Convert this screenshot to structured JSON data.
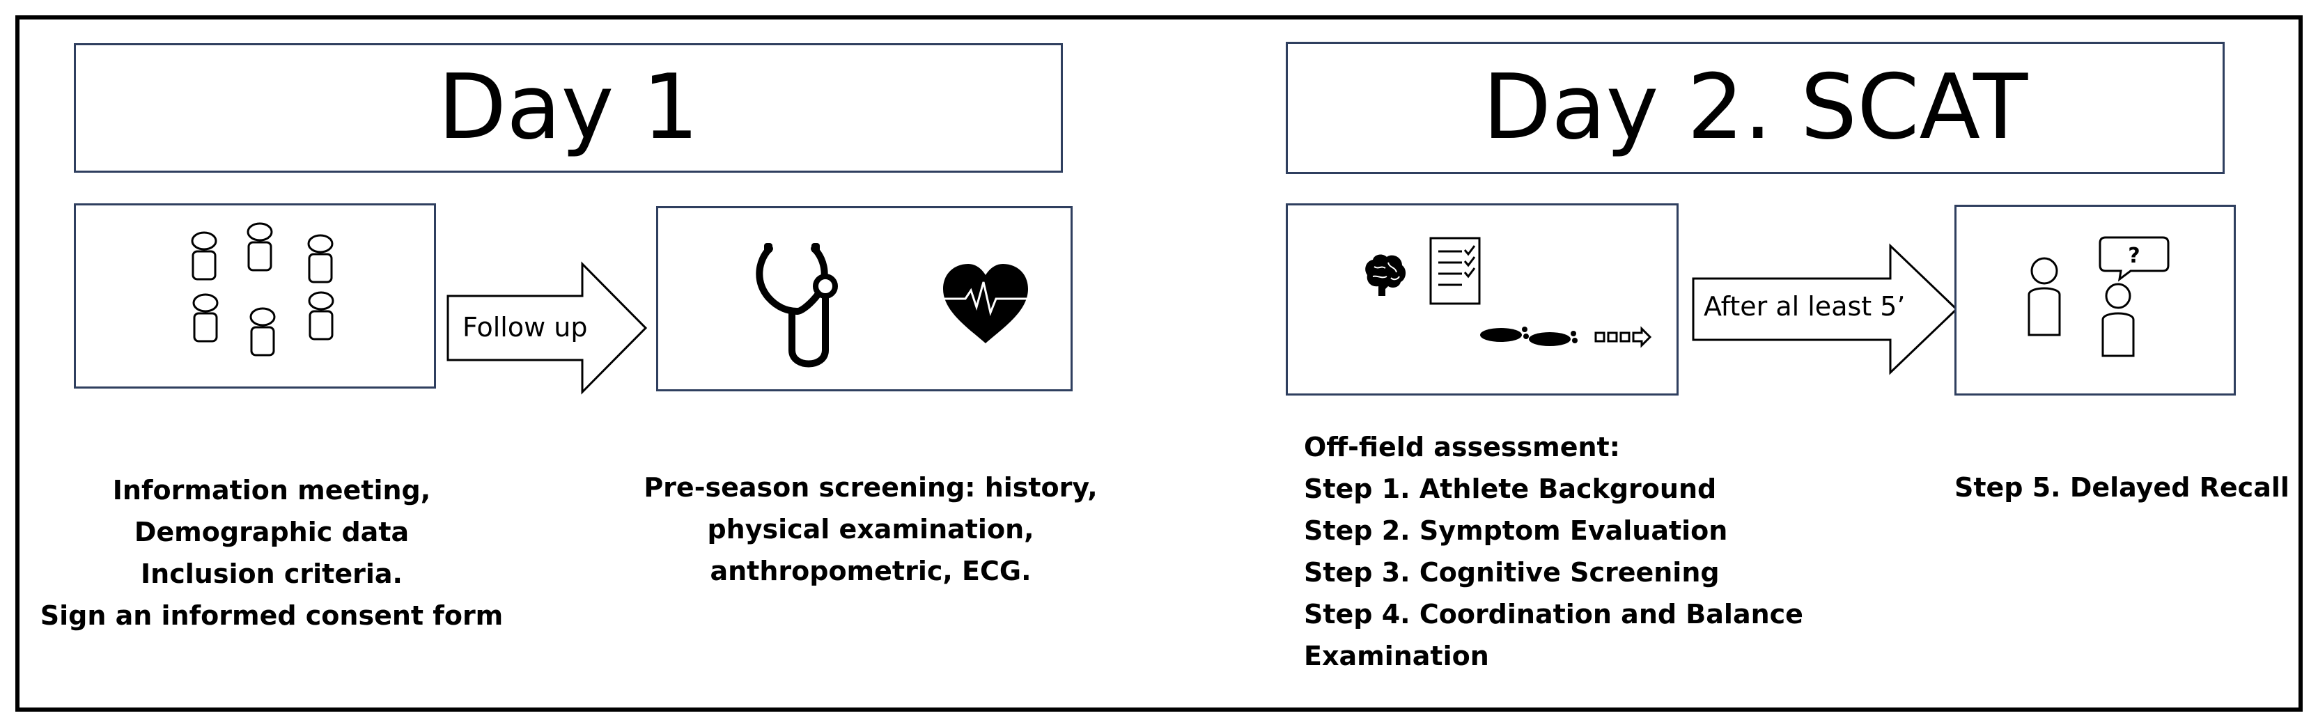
{
  "day1": {
    "title": "Day 1",
    "arrow_label": "Follow up",
    "caption_left": [
      "Information meeting,",
      "Demographic data",
      "Inclusion criteria.",
      "Sign an informed consent form"
    ],
    "caption_right": [
      "Pre-season screening: history,",
      "physical examination,",
      "anthropometric, ECG."
    ]
  },
  "day2": {
    "title": "Day 2. SCAT",
    "arrow_label": "After al least 5’",
    "speech_mark": "?",
    "caption_left": [
      "Off-field assessment:",
      "Step 1. Athlete Background",
      "Step 2. Symptom Evaluation",
      "Step 3. Cognitive Screening",
      "Step 4. Coordination and Balance",
      "Examination"
    ],
    "caption_right": "Step 5. Delayed Recall"
  },
  "colors": {
    "box_border": "#2f3f5f",
    "frame": "#000000"
  },
  "icons": [
    "person-group-icon",
    "stethoscope-icon",
    "heart-ecg-icon",
    "brain-icon",
    "checklist-icon",
    "footprints-icon",
    "arrow-right-icon",
    "person-icon",
    "person-questioning-icon"
  ]
}
